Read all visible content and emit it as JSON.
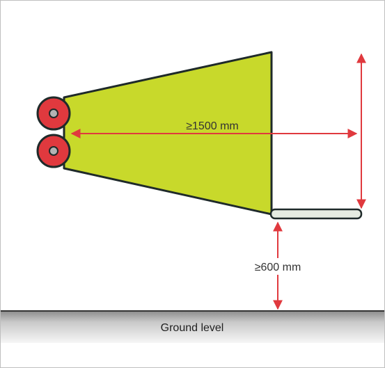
{
  "diagram": {
    "labels": {
      "width_dimension": "≥1500 mm",
      "height_dimension": "≥600 mm",
      "ground": "Ground level"
    },
    "colors": {
      "beam_fill": "#c8d92b",
      "outline": "#1f2a2a",
      "dimension_arrow": "#e0393e",
      "reflector_red": "#e0393e",
      "reflector_center": "#b3b3b3",
      "platform_fill": "#e6ece2",
      "ground_top": "#8c8c8c",
      "ground_bottom": "#f4f4f4",
      "border": "#bfbfbf"
    },
    "icons": [
      "reflector-icon",
      "reflector-icon"
    ]
  }
}
